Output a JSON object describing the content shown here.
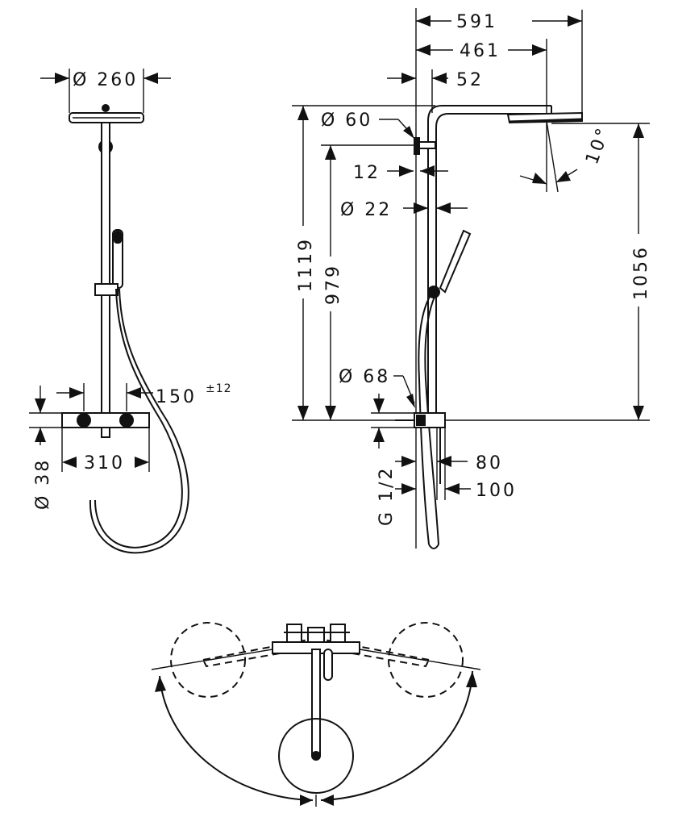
{
  "front_view": {
    "head_diameter": "Ø 260",
    "bar_width": "310",
    "outlet_offset": "150",
    "outlet_tolerance": "±12",
    "thermostat_diameter": "Ø 38"
  },
  "side_view": {
    "arm_length_total": "591",
    "arm_length_head": "461",
    "wall_to_pipe": "52",
    "bracket_diameter": "Ø 60",
    "bracket_offset": "12",
    "pipe_diameter": "Ø 22",
    "overall_height": "1119",
    "height_979": "979",
    "head_height": "1056",
    "tilt_angle": "10°",
    "escutcheon_diameter": "Ø 68",
    "thread_size": "G 1/2",
    "depth_80": "80",
    "depth_100": "100"
  }
}
